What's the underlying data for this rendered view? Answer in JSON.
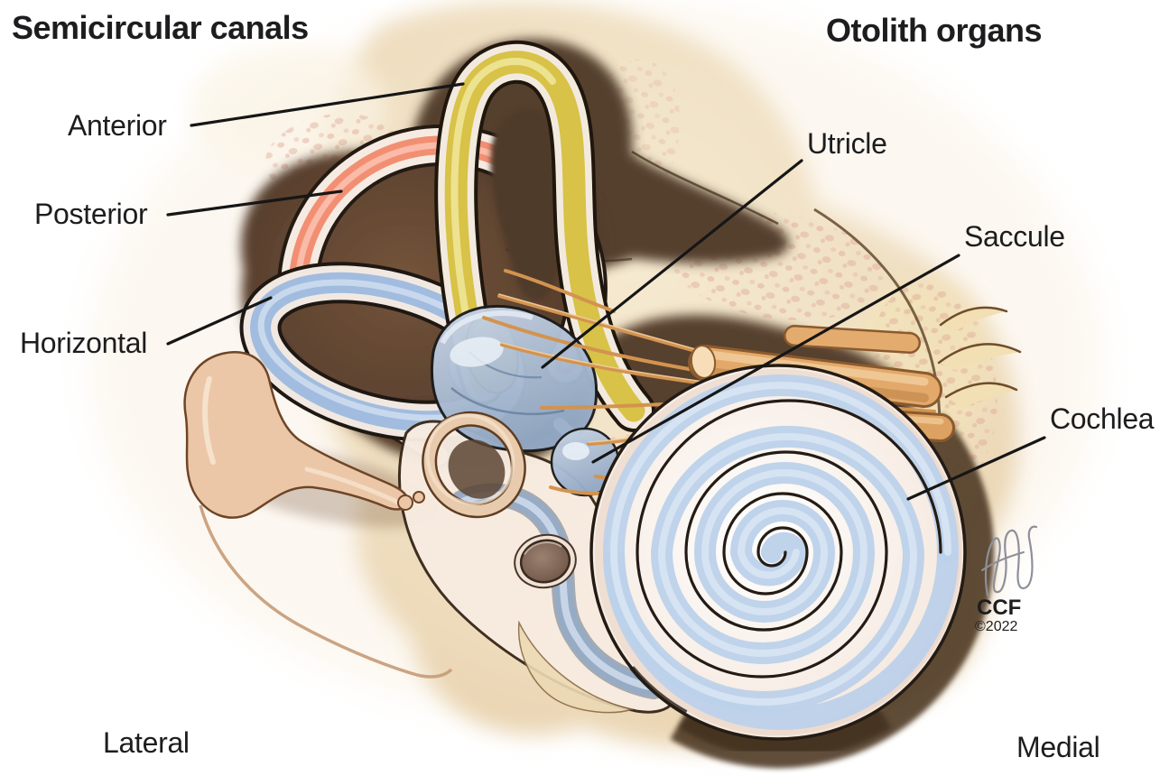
{
  "figure": {
    "titles": {
      "left": "Semicircular canals",
      "right": "Otolith organs"
    },
    "labels": {
      "anterior": "Anterior",
      "posterior": "Posterior",
      "horizontal": "Horizontal",
      "utricle": "Utricle",
      "saccule": "Saccule",
      "cochlea": "Cochlea",
      "lateral": "Lateral",
      "medial": "Medial"
    },
    "credit": {
      "org": "CCF",
      "year": "©2022"
    },
    "palette": {
      "anterior_canal": "#d8c247",
      "posterior_canal": "#f28f73",
      "horizontal_canal": "#a2bcdf",
      "utricle_saccule": "#aabfd6",
      "cochlea_duct": "#bcd1ea",
      "nerve": "#e3a96a",
      "bone": "#eedcbd",
      "cavity": "#553f2d",
      "label_text": "#1d1d1f"
    }
  }
}
